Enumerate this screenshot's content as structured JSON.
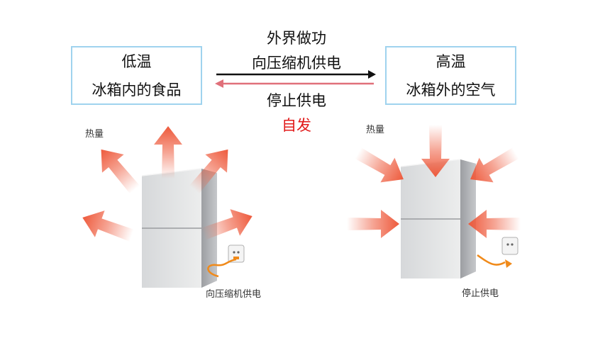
{
  "left_box": {
    "line1": "低温",
    "line2": "冰箱内的食品"
  },
  "right_box": {
    "line1": "高温",
    "line2": "冰箱外的空气"
  },
  "center": {
    "work_line1": "外界做功",
    "work_line2": "向压缩机供电",
    "stop": "停止供电",
    "spontaneous": "自发"
  },
  "left_scene": {
    "heat_label": "热量",
    "power_label": "向压缩机供电"
  },
  "right_scene": {
    "heat_label": "热量",
    "power_label": "停止供电"
  },
  "colors": {
    "box_border": "#9fd3ee",
    "forward_arrow": "#111111",
    "reverse_arrow": "#e0707a",
    "heat_arrow": "#ee5a3c",
    "spontaneous_text": "#e11919",
    "cord": "#f08a1a"
  }
}
